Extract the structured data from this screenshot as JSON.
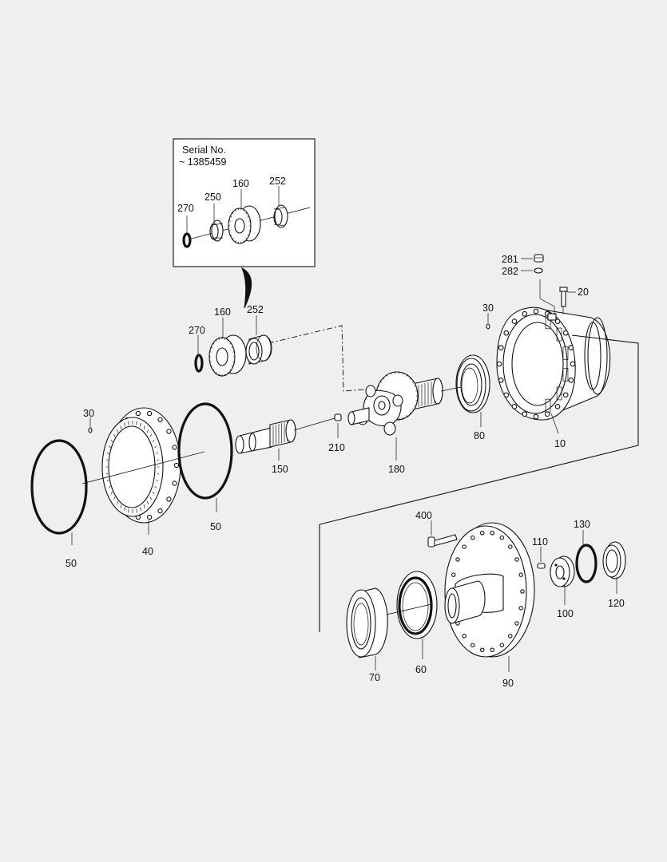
{
  "inset": {
    "title_line1": "Serial No.",
    "title_line2": "~ 1385459"
  },
  "labels": {
    "p10": "10",
    "p20": "20",
    "p30_right": "30",
    "p30_left": "30",
    "p40": "40",
    "p50_left": "50",
    "p50_right": "50",
    "p60": "60",
    "p70": "70",
    "p80": "80",
    "p90": "90",
    "p100": "100",
    "p110": "110",
    "p120": "120",
    "p130": "130",
    "p150": "150",
    "p160_inset": "160",
    "p160": "160",
    "p180": "180",
    "p210": "210",
    "p250_inset": "250",
    "p252_inset": "252",
    "p252": "252",
    "p270_inset": "270",
    "p270": "270",
    "p281": "281",
    "p282": "282",
    "p400": "400"
  }
}
